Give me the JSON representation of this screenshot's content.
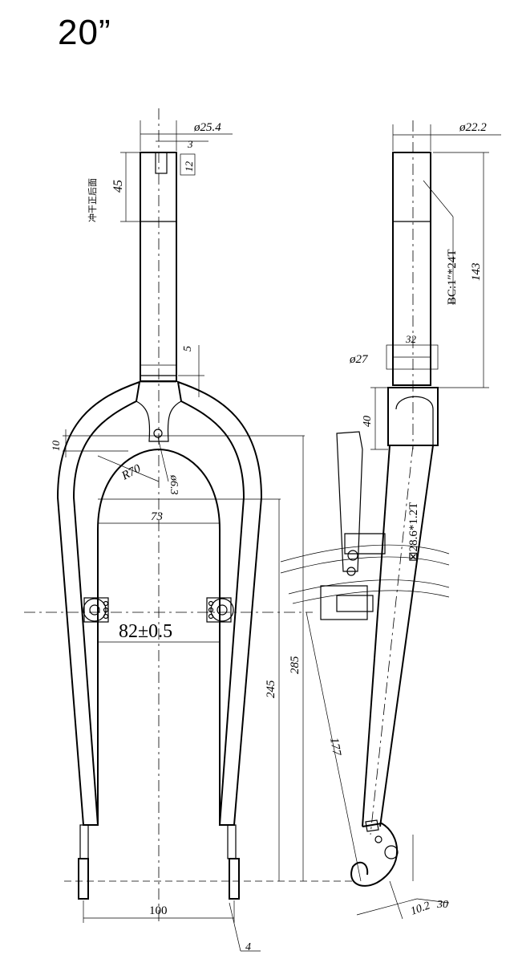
{
  "drawing": {
    "title": "20”",
    "note_cn": "冲干正后面",
    "dims": {
      "steerer_dia": "ø25.4",
      "tip_dia": "ø22.2",
      "three": "3",
      "twelve": "12",
      "forty_five": "45",
      "five": "5",
      "ten": "10",
      "r70": "R70",
      "hole": "ø6.3",
      "seventy_three": "73",
      "axle": "82±0.5",
      "two_eighty_five": "285",
      "two_forty_five": "245",
      "hundred": "100",
      "four": "4",
      "thread": "BC:1″*24T",
      "one_forty_three": "143",
      "thirty_two": "32",
      "crown_dia": "ø27",
      "forty": "40",
      "tube": "⊠28.6*1.2T",
      "one_seventy_seven": "177",
      "ten_two": "10.2",
      "thirty": "30"
    }
  }
}
